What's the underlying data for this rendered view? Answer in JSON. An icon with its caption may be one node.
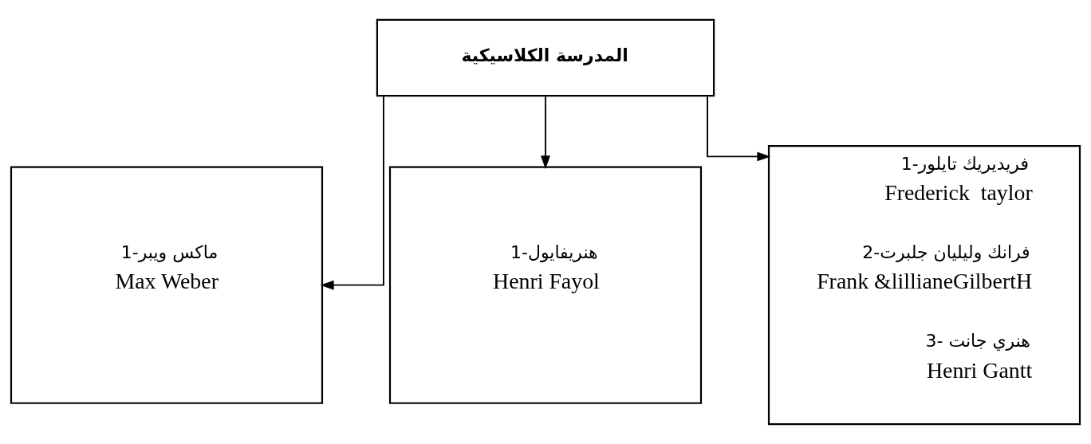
{
  "diagram": {
    "nodes": [
      {
        "text": [
          "المدرسة الكلاسيكية"
        ]
      },
      {
        "text": [
          "1-ماكس ويبر",
          "Max Weber"
        ]
      },
      {
        "text": [
          "1-هنريفايول",
          "Henri Fayol"
        ]
      },
      {
        "text": [
          "1-فريديريك تايلور",
          "Frederick  taylor",
          "2-فرانك وليليان جلبرت",
          "Frank &lillianeGilbertH",
          "3- هنري جانت",
          "Henri Gantt"
        ]
      }
    ],
    "edges": [
      {
        "from": 0,
        "to": 1,
        "arrow": "to"
      },
      {
        "from": 0,
        "to": 2,
        "arrow": "to"
      },
      {
        "from": 0,
        "to": 3,
        "arrow": "to"
      }
    ]
  }
}
